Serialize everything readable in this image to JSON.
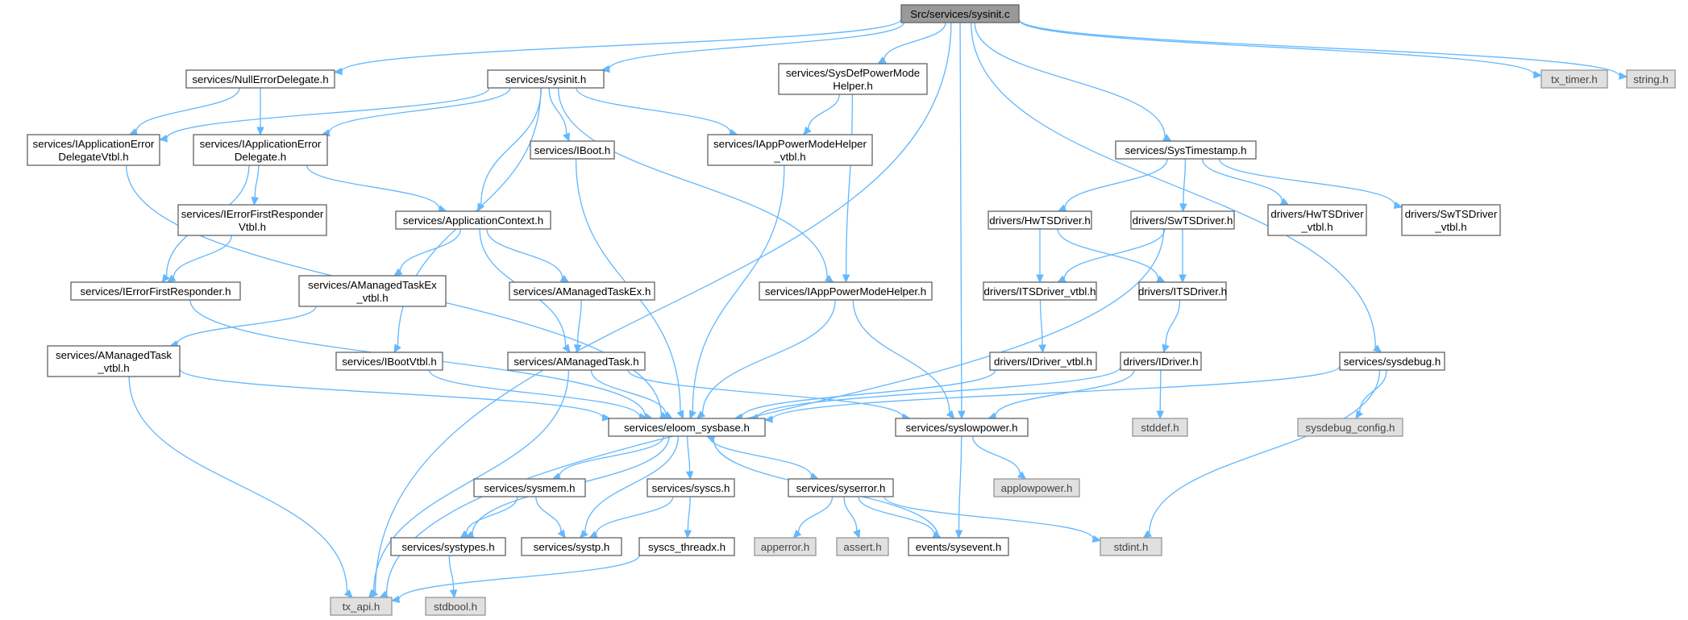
{
  "nodes": {
    "root": {
      "label": [
        "Src/services/sysinit.c"
      ],
      "kind": "root"
    },
    "nullErr": {
      "label": [
        "services/NullErrorDelegate.h"
      ],
      "kind": "normal"
    },
    "sysinitH": {
      "label": [
        "services/sysinit.h"
      ],
      "kind": "normal"
    },
    "sysDefPM": {
      "label": [
        "services/SysDefPowerMode",
        "Helper.h"
      ],
      "kind": "normal"
    },
    "iAppErrVtbl": {
      "label": [
        "services/IApplicationError",
        "DelegateVtbl.h"
      ],
      "kind": "normal"
    },
    "iAppErr": {
      "label": [
        "services/IApplicationError",
        "Delegate.h"
      ],
      "kind": "normal"
    },
    "iBoot": {
      "label": [
        "services/IBoot.h"
      ],
      "kind": "normal"
    },
    "iAppPMvtbl": {
      "label": [
        "services/IAppPowerModeHelper",
        "_vtbl.h"
      ],
      "kind": "normal"
    },
    "sysTs": {
      "label": [
        "services/SysTimestamp.h"
      ],
      "kind": "normal"
    },
    "txTimer": {
      "label": [
        "tx_timer.h"
      ],
      "kind": "ext"
    },
    "stringH": {
      "label": [
        "string.h"
      ],
      "kind": "ext"
    },
    "iErrFRVtbl": {
      "label": [
        "services/IErrorFirstResponder",
        "Vtbl.h"
      ],
      "kind": "normal"
    },
    "appCtx": {
      "label": [
        "services/ApplicationContext.h"
      ],
      "kind": "normal"
    },
    "hwTs": {
      "label": [
        "drivers/HwTSDriver.h"
      ],
      "kind": "normal"
    },
    "swTs": {
      "label": [
        "drivers/SwTSDriver.h"
      ],
      "kind": "normal"
    },
    "hwTsVtbl": {
      "label": [
        "drivers/HwTSDriver",
        "_vtbl.h"
      ],
      "kind": "normal"
    },
    "swTsVtbl": {
      "label": [
        "drivers/SwTSDriver",
        "_vtbl.h"
      ],
      "kind": "normal"
    },
    "iErrFR": {
      "label": [
        "services/IErrorFirstResponder.h"
      ],
      "kind": "normal"
    },
    "aMTExVtbl": {
      "label": [
        "services/AManagedTaskEx",
        "_vtbl.h"
      ],
      "kind": "normal"
    },
    "aMTEx": {
      "label": [
        "services/AManagedTaskEx.h"
      ],
      "kind": "normal"
    },
    "iAppPM": {
      "label": [
        "services/IAppPowerModeHelper.h"
      ],
      "kind": "normal"
    },
    "itsVtbl": {
      "label": [
        "drivers/ITSDriver_vtbl.h"
      ],
      "kind": "normal"
    },
    "its": {
      "label": [
        "drivers/ITSDriver.h"
      ],
      "kind": "normal"
    },
    "aMTvtbl": {
      "label": [
        "services/AManagedTask",
        "_vtbl.h"
      ],
      "kind": "normal"
    },
    "iBootVtbl": {
      "label": [
        "services/IBootVtbl.h"
      ],
      "kind": "normal"
    },
    "aMT": {
      "label": [
        "services/AManagedTask.h"
      ],
      "kind": "normal"
    },
    "iDrvVtbl": {
      "label": [
        "drivers/IDriver_vtbl.h"
      ],
      "kind": "normal"
    },
    "iDrv": {
      "label": [
        "drivers/IDriver.h"
      ],
      "kind": "normal"
    },
    "sysdebug": {
      "label": [
        "services/sysdebug.h"
      ],
      "kind": "normal"
    },
    "eloom": {
      "label": [
        "services/eloom_sysbase.h"
      ],
      "kind": "normal"
    },
    "syslp": {
      "label": [
        "services/syslowpower.h"
      ],
      "kind": "normal"
    },
    "stddef": {
      "label": [
        "stddef.h"
      ],
      "kind": "ext"
    },
    "sysdbgCfg": {
      "label": [
        "sysdebug_config.h"
      ],
      "kind": "ext"
    },
    "sysmem": {
      "label": [
        "services/sysmem.h"
      ],
      "kind": "normal"
    },
    "syscs": {
      "label": [
        "services/syscs.h"
      ],
      "kind": "normal"
    },
    "syserror": {
      "label": [
        "services/syserror.h"
      ],
      "kind": "normal"
    },
    "applp": {
      "label": [
        "applowpower.h"
      ],
      "kind": "ext"
    },
    "systypes": {
      "label": [
        "services/systypes.h"
      ],
      "kind": "normal"
    },
    "systp": {
      "label": [
        "services/systp.h"
      ],
      "kind": "normal"
    },
    "threadx": {
      "label": [
        "syscs_threadx.h"
      ],
      "kind": "normal"
    },
    "apperr": {
      "label": [
        "apperror.h"
      ],
      "kind": "ext"
    },
    "assert": {
      "label": [
        "assert.h"
      ],
      "kind": "ext"
    },
    "sysevent": {
      "label": [
        "events/sysevent.h"
      ],
      "kind": "normal"
    },
    "stdint": {
      "label": [
        "stdint.h"
      ],
      "kind": "ext"
    },
    "txapi": {
      "label": [
        "tx_api.h"
      ],
      "kind": "ext"
    },
    "stdbool": {
      "label": [
        "stdbool.h"
      ],
      "kind": "ext"
    }
  },
  "edges": [
    [
      "root",
      "txapi"
    ],
    [
      "root",
      "nullErr"
    ],
    [
      "root",
      "sysinitH"
    ],
    [
      "root",
      "sysDefPM"
    ],
    [
      "root",
      "syslp"
    ],
    [
      "root",
      "sysTs"
    ],
    [
      "root",
      "sysdebug"
    ],
    [
      "root",
      "txTimer"
    ],
    [
      "root",
      "stringH"
    ],
    [
      "nullErr",
      "iAppErrVtbl"
    ],
    [
      "nullErr",
      "iAppErr"
    ],
    [
      "sysinitH",
      "iAppErrVtbl"
    ],
    [
      "sysinitH",
      "iAppErr"
    ],
    [
      "sysinitH",
      "iBoot"
    ],
    [
      "sysinitH",
      "iAppPMvtbl"
    ],
    [
      "sysinitH",
      "appCtx"
    ],
    [
      "sysinitH",
      "iBootVtbl"
    ],
    [
      "sysinitH",
      "iAppPM"
    ],
    [
      "sysDefPM",
      "iAppPMvtbl"
    ],
    [
      "sysDefPM",
      "iAppPM"
    ],
    [
      "iAppErrVtbl",
      "eloom"
    ],
    [
      "iAppErr",
      "iErrFRVtbl"
    ],
    [
      "iAppErr",
      "iErrFR"
    ],
    [
      "iAppErr",
      "appCtx"
    ],
    [
      "iBoot",
      "eloom"
    ],
    [
      "iAppPMvtbl",
      "eloom"
    ],
    [
      "sysTs",
      "hwTs"
    ],
    [
      "sysTs",
      "swTs"
    ],
    [
      "sysTs",
      "hwTsVtbl"
    ],
    [
      "sysTs",
      "swTsVtbl"
    ],
    [
      "iErrFRVtbl",
      "iErrFR"
    ],
    [
      "appCtx",
      "aMTExVtbl"
    ],
    [
      "appCtx",
      "aMTEx"
    ],
    [
      "appCtx",
      "aMT"
    ],
    [
      "hwTs",
      "itsVtbl"
    ],
    [
      "hwTs",
      "its"
    ],
    [
      "swTs",
      "itsVtbl"
    ],
    [
      "swTs",
      "its"
    ],
    [
      "swTs",
      "txapi"
    ],
    [
      "iErrFR",
      "eloom"
    ],
    [
      "aMTExVtbl",
      "aMTvtbl"
    ],
    [
      "aMTEx",
      "aMT"
    ],
    [
      "iAppPM",
      "eloom"
    ],
    [
      "iAppPM",
      "syslp"
    ],
    [
      "itsVtbl",
      "iDrvVtbl"
    ],
    [
      "its",
      "iDrv"
    ],
    [
      "aMTvtbl",
      "eloom"
    ],
    [
      "aMTvtbl",
      "txapi"
    ],
    [
      "iBootVtbl",
      "eloom"
    ],
    [
      "aMT",
      "eloom"
    ],
    [
      "aMT",
      "txapi"
    ],
    [
      "aMT",
      "syslp"
    ],
    [
      "iDrvVtbl",
      "eloom"
    ],
    [
      "iDrv",
      "eloom"
    ],
    [
      "iDrv",
      "syslp"
    ],
    [
      "iDrv",
      "stddef"
    ],
    [
      "sysdebug",
      "eloom"
    ],
    [
      "sysdebug",
      "sysdbgCfg"
    ],
    [
      "sysdebug",
      "stdint"
    ],
    [
      "eloom",
      "sysmem"
    ],
    [
      "eloom",
      "syscs"
    ],
    [
      "eloom",
      "syserror"
    ],
    [
      "eloom",
      "systypes"
    ],
    [
      "eloom",
      "systp"
    ],
    [
      "syslp",
      "applp"
    ],
    [
      "syslp",
      "sysevent"
    ],
    [
      "sysmem",
      "systypes"
    ],
    [
      "sysmem",
      "systp"
    ],
    [
      "syscs",
      "systp"
    ],
    [
      "syscs",
      "threadx"
    ],
    [
      "syserror",
      "apperr"
    ],
    [
      "syserror",
      "assert"
    ],
    [
      "syserror",
      "sysevent"
    ],
    [
      "syserror",
      "stdint"
    ],
    [
      "sysevent",
      "eloom"
    ],
    [
      "systypes",
      "stdbool"
    ],
    [
      "threadx",
      "txapi"
    ]
  ]
}
